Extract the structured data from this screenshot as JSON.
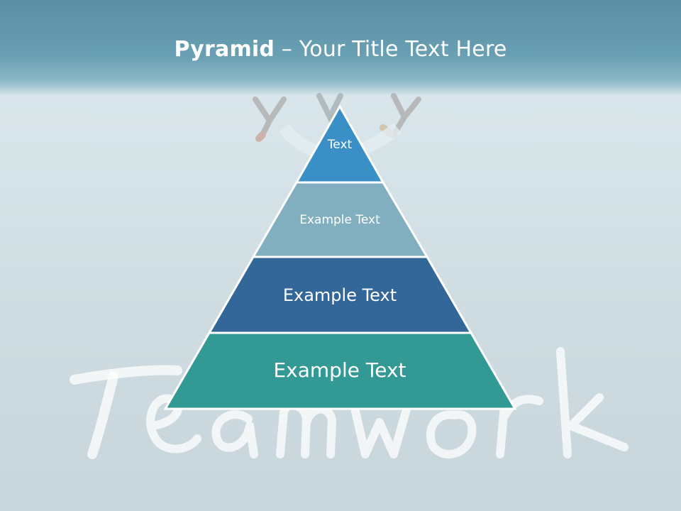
{
  "slide": {
    "title_bold": "Pyramid",
    "title_rest": " – Your Title Text Here",
    "watermark_word": "Teamwork"
  },
  "pyramid": {
    "levels": [
      {
        "label": "Text",
        "color": "#3a8fc7"
      },
      {
        "label": "Example Text",
        "color": "#82afbf"
      },
      {
        "label": "Example Text",
        "color": "#336699"
      },
      {
        "label": "Example Text",
        "color": "#339994"
      }
    ]
  }
}
